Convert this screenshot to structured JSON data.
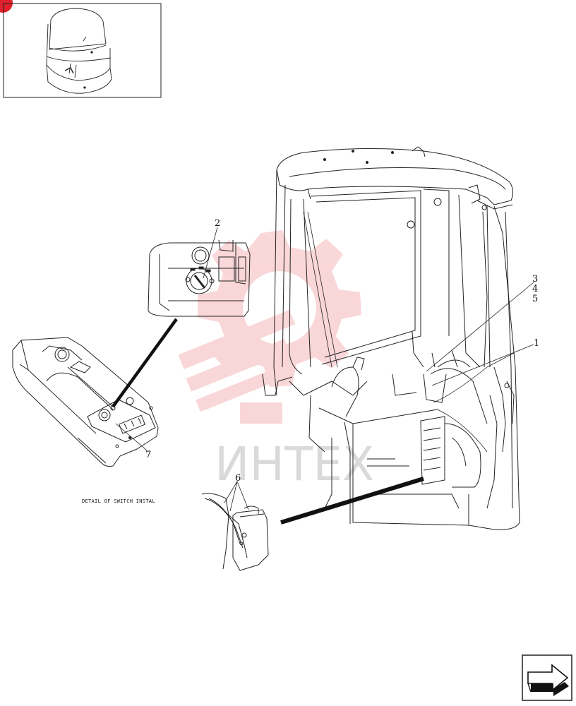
{
  "corner_marker_color": "#e0202a",
  "watermark": {
    "text": "ИНТЕХ",
    "color": "#e84a50"
  },
  "callouts": {
    "c1": "1",
    "c2": "2",
    "c3": "3",
    "c4": "4",
    "c5": "5",
    "c6": "6",
    "c7": "7"
  },
  "caption": "DETAIL OF SWITCH INSTAL",
  "nav_icon": "next-page-arrow-icon"
}
